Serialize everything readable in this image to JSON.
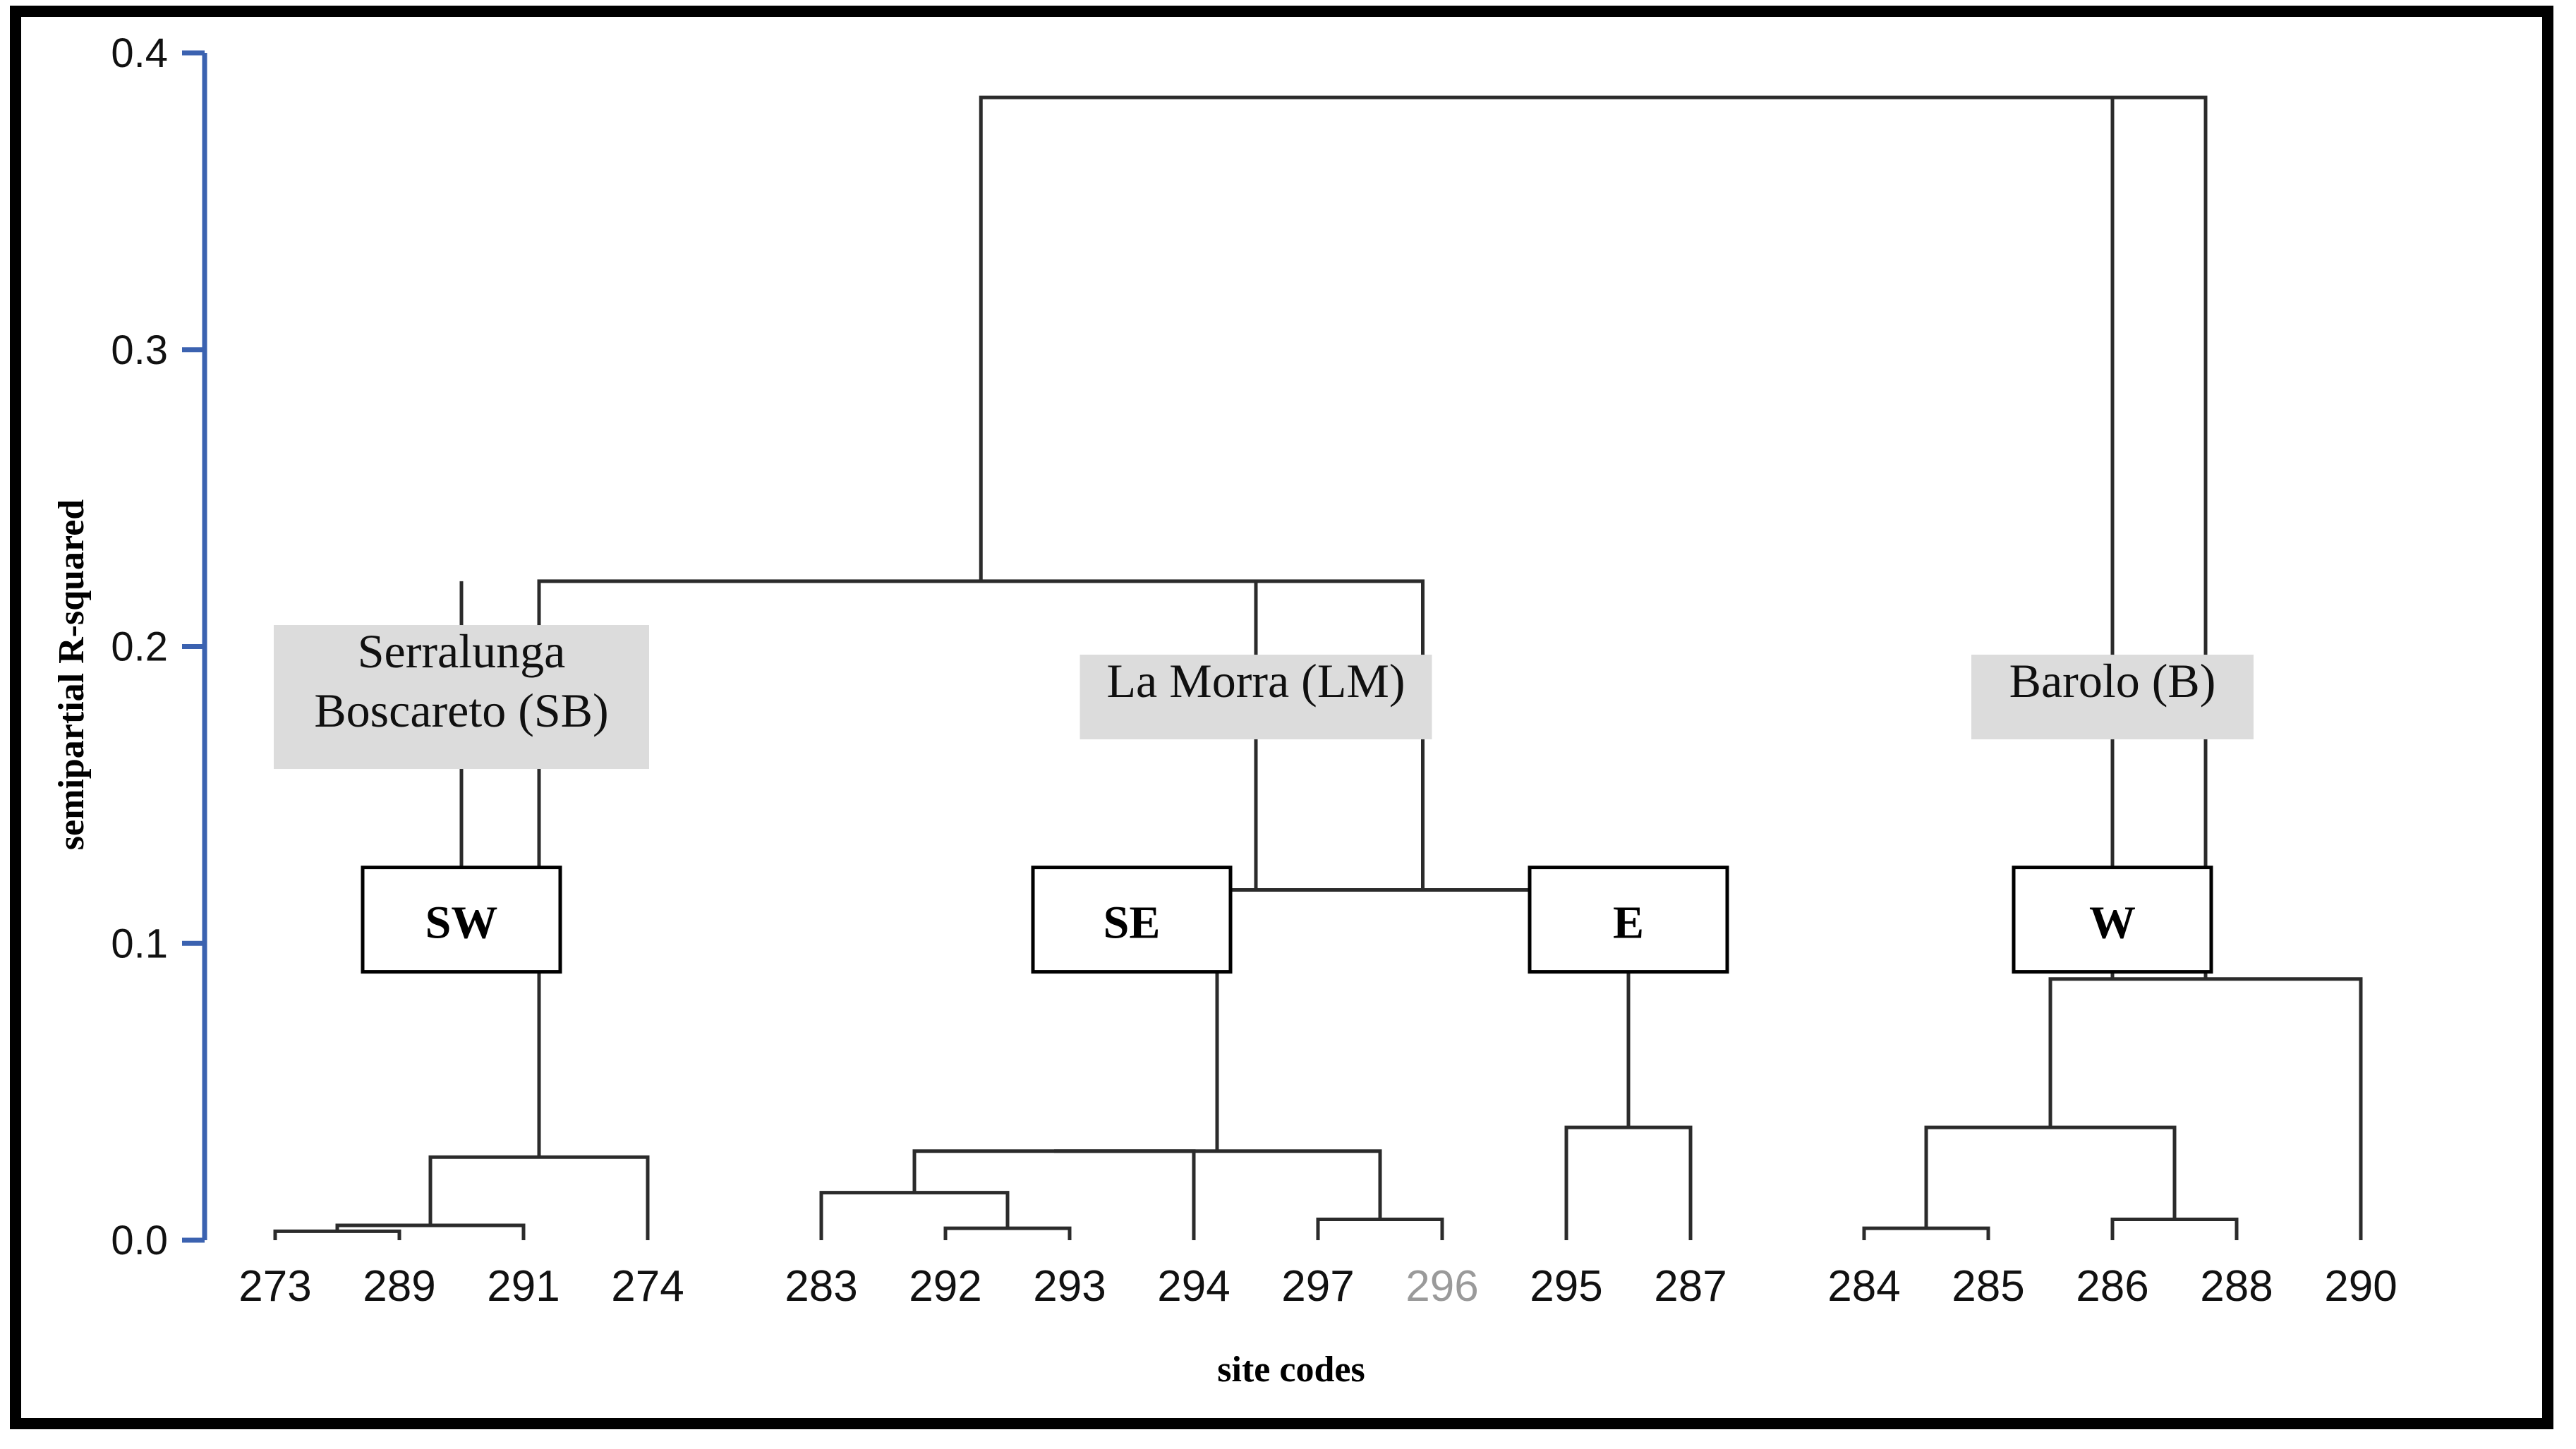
{
  "figure": {
    "frame_color": "#000000",
    "background": "#ffffff",
    "axis_color": "#3b62b0",
    "link_color": "#2b2b2b",
    "region_box_fill": "#dcdcdc",
    "cluster_box_fill": "#ffffff"
  },
  "chart_data": {
    "type": "dendrogram",
    "title": "",
    "xlabel": "site codes",
    "ylabel": "semipartial R-squared",
    "ylim": [
      0.0,
      0.4
    ],
    "yticks": [
      0.0,
      0.1,
      0.2,
      0.3,
      0.4
    ],
    "ytick_labels": [
      "0.0",
      "0.1",
      "0.2",
      "0.3",
      "0.4"
    ],
    "grid": false,
    "legend": "none",
    "leaves": [
      {
        "label": "273",
        "faded": false
      },
      {
        "label": "289",
        "faded": false
      },
      {
        "label": "291",
        "faded": false
      },
      {
        "label": "274",
        "faded": false
      },
      {
        "label": "283",
        "faded": false
      },
      {
        "label": "292",
        "faded": false
      },
      {
        "label": "293",
        "faded": false
      },
      {
        "label": "294",
        "faded": false
      },
      {
        "label": "297",
        "faded": false
      },
      {
        "label": "296",
        "faded": true
      },
      {
        "label": "295",
        "faded": false
      },
      {
        "label": "287",
        "faded": false
      },
      {
        "label": "284",
        "faded": false
      },
      {
        "label": "285",
        "faded": false
      },
      {
        "label": "286",
        "faded": false
      },
      {
        "label": "288",
        "faded": false
      },
      {
        "label": "290",
        "faded": false
      }
    ],
    "merges": [
      {
        "id": "m1",
        "left": "273",
        "right": "289",
        "height": 0.003
      },
      {
        "id": "m2",
        "left": "m1",
        "right": "291",
        "height": 0.005
      },
      {
        "id": "m3",
        "left": "m2",
        "right": "274",
        "height": 0.028
      },
      {
        "id": "m4",
        "left": "m3",
        "right": null,
        "height": 0.108,
        "label": "SW"
      },
      {
        "id": "m5",
        "left": "292",
        "right": "293",
        "height": 0.004
      },
      {
        "id": "m6",
        "left": "283",
        "right": "m5",
        "height": 0.016
      },
      {
        "id": "m7",
        "left": "297",
        "right": "296",
        "height": 0.007
      },
      {
        "id": "m8",
        "left": "m6",
        "right": "294",
        "height": 0.03
      },
      {
        "id": "m9",
        "left": "m8",
        "right": "m7",
        "height": 0.03
      },
      {
        "id": "m10",
        "left": "m9",
        "right": null,
        "height": 0.108,
        "label": "SE"
      },
      {
        "id": "m11",
        "left": "295",
        "right": "287",
        "height": 0.038
      },
      {
        "id": "m12",
        "left": "m11",
        "right": null,
        "height": 0.108,
        "label": "E"
      },
      {
        "id": "m13",
        "left": "m10",
        "right": "m12",
        "height": 0.118
      },
      {
        "id": "m14",
        "left": "284",
        "right": "285",
        "height": 0.004
      },
      {
        "id": "m15",
        "left": "286",
        "right": "288",
        "height": 0.007
      },
      {
        "id": "m16",
        "left": "m14",
        "right": "m15",
        "height": 0.038
      },
      {
        "id": "m17",
        "left": "m16",
        "right": "290",
        "height": 0.088
      },
      {
        "id": "m18",
        "left": "m17",
        "right": null,
        "height": 0.108,
        "label": "W"
      },
      {
        "id": "m19",
        "left": "m4",
        "right": "m13",
        "height": 0.222
      },
      {
        "id": "m20",
        "left": "m19",
        "right": "m18",
        "height": 0.385
      }
    ],
    "region_groups": [
      {
        "label_lines": [
          "Serralunga",
          "Boscareto (SB)"
        ],
        "label": "Serralunga Boscareto (SB)",
        "code": "SB",
        "height": 0.183,
        "stem_from": 0.108,
        "stem_to": 0.222,
        "leaves": [
          "273",
          "289",
          "291",
          "274"
        ]
      },
      {
        "label_lines": [
          "La Morra (LM)"
        ],
        "label": "La Morra (LM)",
        "code": "LM",
        "height": 0.183,
        "stem_from": 0.118,
        "stem_to": 0.222,
        "leaves": [
          "283",
          "292",
          "293",
          "294",
          "297",
          "296",
          "295",
          "287"
        ]
      },
      {
        "label_lines": [
          "Barolo (B)"
        ],
        "label": "Barolo (B)",
        "code": "B",
        "height": 0.183,
        "stem_from": 0.088,
        "stem_to": 0.385,
        "leaves": [
          "284",
          "285",
          "286",
          "288",
          "290"
        ]
      }
    ],
    "cluster_boxes": [
      {
        "label": "SW",
        "height": 0.108,
        "leaves": [
          "273",
          "289",
          "291",
          "274"
        ]
      },
      {
        "label": "SE",
        "height": 0.108,
        "leaves": [
          "283",
          "292",
          "293",
          "294",
          "297",
          "296"
        ]
      },
      {
        "label": "E",
        "height": 0.108,
        "leaves": [
          "295",
          "287"
        ]
      },
      {
        "label": "W",
        "height": 0.108,
        "leaves": [
          "284",
          "285",
          "286",
          "288",
          "290"
        ]
      }
    ]
  }
}
